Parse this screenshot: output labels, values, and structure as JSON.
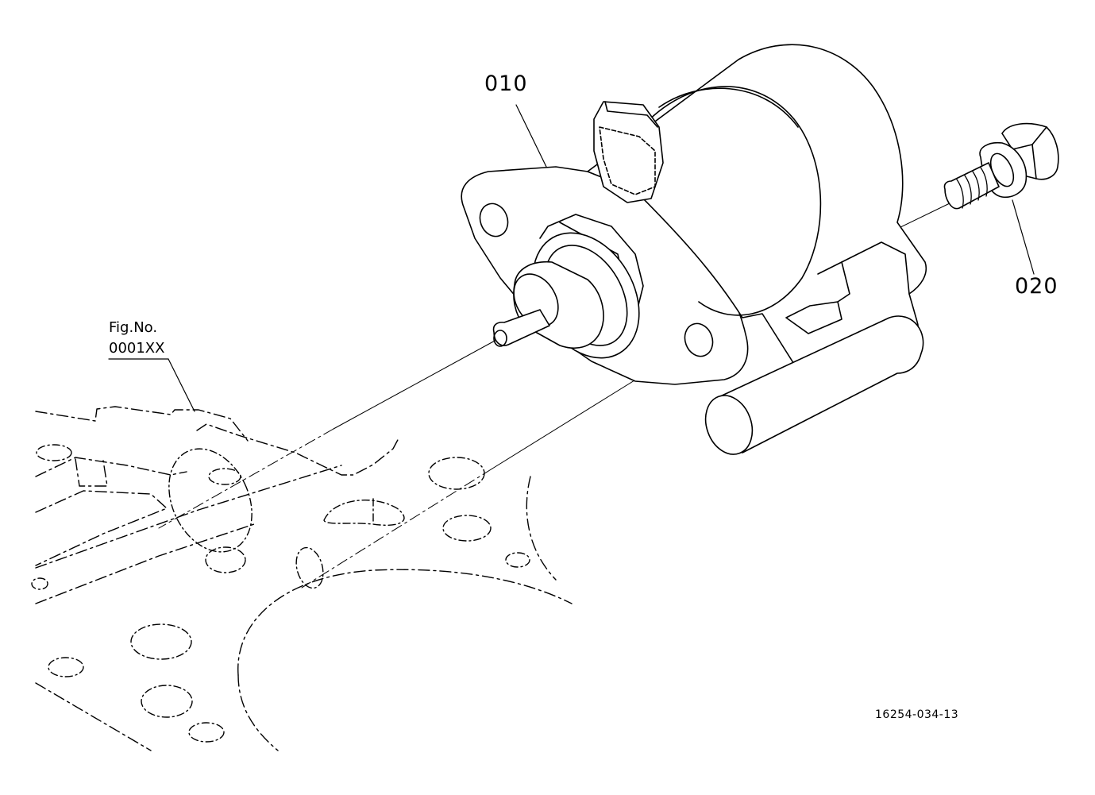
{
  "labels": {
    "part_010": "010",
    "part_020": "020",
    "fig_line1": "Fig.No.",
    "fig_line2": "0001XX",
    "drawing_number": "16254-034-13"
  },
  "colors": {
    "line": "#000000",
    "background": "#ffffff"
  }
}
